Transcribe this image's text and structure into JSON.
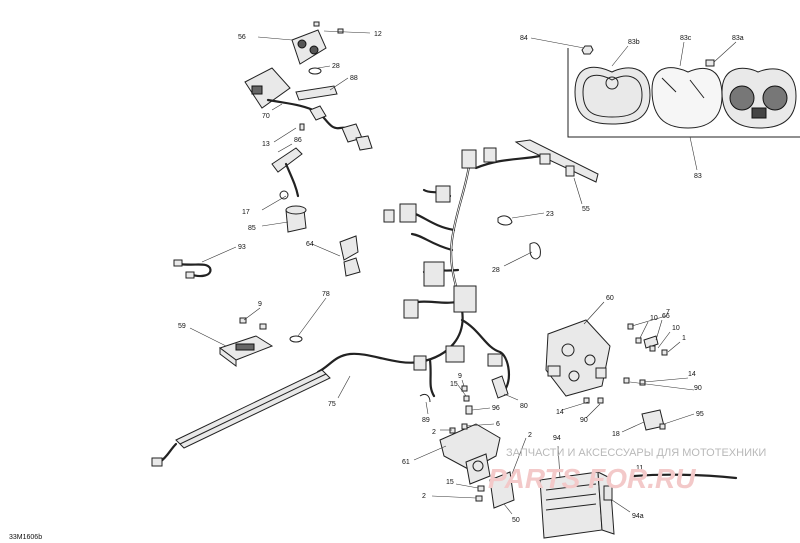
{
  "diagram": {
    "reference_code": "33M1606b",
    "callouts": [
      {
        "id": "c56",
        "label": "56"
      },
      {
        "id": "c12",
        "label": "12"
      },
      {
        "id": "c28a",
        "label": "28"
      },
      {
        "id": "c88",
        "label": "88"
      },
      {
        "id": "c70",
        "label": "70"
      },
      {
        "id": "c86",
        "label": "86"
      },
      {
        "id": "c13",
        "label": "13"
      },
      {
        "id": "c17",
        "label": "17"
      },
      {
        "id": "c85",
        "label": "85"
      },
      {
        "id": "c93",
        "label": "93"
      },
      {
        "id": "c64",
        "label": "64"
      },
      {
        "id": "c84",
        "label": "84"
      },
      {
        "id": "c83b",
        "label": "83b"
      },
      {
        "id": "c83c",
        "label": "83c"
      },
      {
        "id": "c83a",
        "label": "83a"
      },
      {
        "id": "c83",
        "label": "83"
      },
      {
        "id": "c55",
        "label": "55"
      },
      {
        "id": "c23",
        "label": "23"
      },
      {
        "id": "c28b",
        "label": "28"
      },
      {
        "id": "c78",
        "label": "78"
      },
      {
        "id": "c9a",
        "label": "9"
      },
      {
        "id": "c59",
        "label": "59"
      },
      {
        "id": "c75",
        "label": "75"
      },
      {
        "id": "c60",
        "label": "60"
      },
      {
        "id": "c7",
        "label": "7"
      },
      {
        "id": "c10a",
        "label": "10"
      },
      {
        "id": "c66",
        "label": "66"
      },
      {
        "id": "c10b",
        "label": "10"
      },
      {
        "id": "c1",
        "label": "1"
      },
      {
        "id": "c9b",
        "label": "9"
      },
      {
        "id": "c15a",
        "label": "15"
      },
      {
        "id": "c80",
        "label": "80"
      },
      {
        "id": "c89",
        "label": "89"
      },
      {
        "id": "c96",
        "label": "96"
      },
      {
        "id": "c2a",
        "label": "2"
      },
      {
        "id": "c6",
        "label": "6"
      },
      {
        "id": "c14a",
        "label": "14"
      },
      {
        "id": "c90a",
        "label": "90"
      },
      {
        "id": "c14b",
        "label": "14"
      },
      {
        "id": "c90b",
        "label": "90"
      },
      {
        "id": "c95",
        "label": "95"
      },
      {
        "id": "c18",
        "label": "18"
      },
      {
        "id": "c61",
        "label": "61"
      },
      {
        "id": "c2b",
        "label": "2"
      },
      {
        "id": "c94",
        "label": "94"
      },
      {
        "id": "c11",
        "label": "11"
      },
      {
        "id": "c2c",
        "label": "2"
      },
      {
        "id": "c15b",
        "label": "15"
      },
      {
        "id": "c50",
        "label": "50"
      },
      {
        "id": "c94a",
        "label": "94a"
      }
    ]
  },
  "watermark": {
    "tagline": "ЗАПЧАСТИ И АКСЕССУАРЫ ДЛЯ МОТОТЕХНИКИ",
    "logo_text": "PARTS FOR.RU"
  },
  "colors": {
    "ink": "#222222",
    "part_fill": "#e9e9e9",
    "watermark_red": "#f3c9c9",
    "watermark_grey": "#b9b9b9"
  }
}
